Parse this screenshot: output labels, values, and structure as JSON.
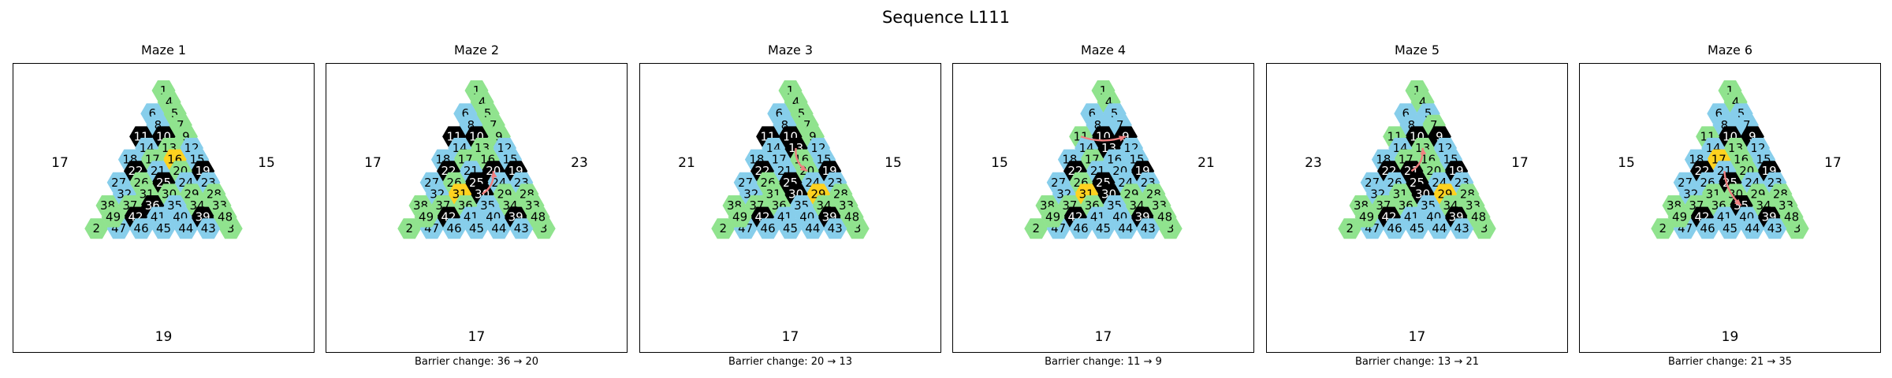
{
  "title": "Sequence L111",
  "colors": {
    "open": "#90e38e",
    "blue": "#87ceeb",
    "barrier": "#000000",
    "goal": "#ffd21f",
    "arrow": "#f08080"
  },
  "maze_numbers": [
    [
      1
    ],
    [
      4
    ],
    [
      6,
      5
    ],
    [
      8,
      7
    ],
    [
      11,
      10,
      9
    ],
    [
      14,
      13,
      12
    ],
    [
      18,
      17,
      16,
      15
    ],
    [
      22,
      21,
      20,
      19
    ],
    [
      27,
      26,
      25,
      24,
      23
    ],
    [
      32,
      31,
      30,
      29,
      28
    ],
    [
      38,
      37,
      36,
      35,
      34,
      33
    ],
    [
      49,
      42,
      41,
      40,
      39,
      48
    ],
    [
      2,
      47,
      46,
      45,
      44,
      43,
      3
    ]
  ],
  "blue_cells": [
    6,
    8,
    14,
    18,
    27,
    32,
    47,
    46,
    41,
    45,
    40,
    44,
    43,
    23,
    15,
    35,
    12,
    24,
    21
  ],
  "panels": [
    {
      "title": "Maze 1",
      "side_left": "17",
      "side_right": "15",
      "bottom": "19",
      "barriers": [
        11,
        10,
        22,
        36,
        42,
        39,
        19,
        25
      ],
      "goal": 16,
      "blue_add": [],
      "blue_remove": [],
      "caption": "",
      "arrow": null
    },
    {
      "title": "Maze 2",
      "side_left": "17",
      "side_right": "23",
      "bottom": "17",
      "barriers": [
        11,
        10,
        22,
        20,
        25,
        30,
        19,
        42,
        39
      ],
      "goal": 31,
      "blue_add": [],
      "blue_remove": [],
      "caption": "Barrier change: 36 → 20",
      "arrow": [
        30,
        20
      ]
    },
    {
      "title": "Maze 3",
      "side_left": "21",
      "side_right": "15",
      "bottom": "17",
      "barriers": [
        11,
        10,
        13,
        22,
        25,
        30,
        19,
        42,
        39
      ],
      "goal": 29,
      "blue_add": [
        17
      ],
      "blue_remove": [],
      "caption": "Barrier change: 20 → 13",
      "arrow": [
        13,
        20
      ]
    },
    {
      "title": "Maze 4",
      "side_left": "15",
      "side_right": "21",
      "bottom": "17",
      "barriers": [
        10,
        9,
        13,
        22,
        25,
        30,
        19,
        42,
        39
      ],
      "goal": 31,
      "blue_add": [
        5,
        7,
        16,
        20
      ],
      "blue_remove": [],
      "caption": "Barrier change: 11 → 9",
      "arrow": [
        11,
        9
      ]
    },
    {
      "title": "Maze 5",
      "side_left": "23",
      "side_right": "17",
      "bottom": "17",
      "barriers": [
        10,
        9,
        21,
        22,
        25,
        30,
        19,
        42,
        39
      ],
      "goal": 29,
      "blue_add": [
        5,
        26
      ],
      "blue_remove": [],
      "caption": "Barrier change: 13 → 21",
      "arrow": [
        21,
        13
      ]
    },
    {
      "title": "Maze 6",
      "side_left": "15",
      "side_right": "17",
      "bottom": "19",
      "barriers": [
        10,
        9,
        22,
        25,
        35,
        19,
        42,
        39
      ],
      "goal": 17,
      "blue_add": [
        5,
        7,
        26
      ],
      "blue_remove": [],
      "caption": "Barrier change: 21 → 35",
      "arrow": [
        21,
        35
      ]
    }
  ]
}
